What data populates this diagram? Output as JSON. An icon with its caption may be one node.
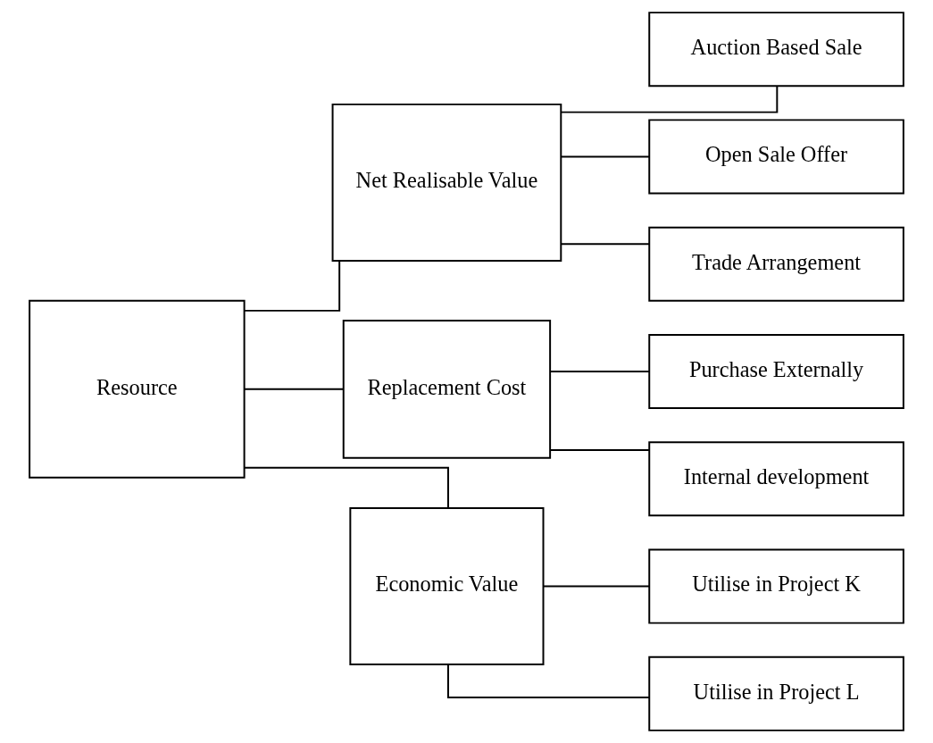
{
  "diagram": {
    "nodes": [
      {
        "text": [
          "Resource"
        ]
      },
      {
        "text": [
          "Net Realisable Value"
        ]
      },
      {
        "text": [
          "Replacement Cost"
        ]
      },
      {
        "text": [
          "Economic Value"
        ]
      },
      {
        "text": [
          "Auction Based Sale"
        ]
      },
      {
        "text": [
          "Open Sale Offer"
        ]
      },
      {
        "text": [
          "Trade Arrangement"
        ]
      },
      {
        "text": [
          "Purchase Externally"
        ]
      },
      {
        "text": [
          "Internal development"
        ]
      },
      {
        "text": [
          "Utilise in Project K"
        ]
      },
      {
        "text": [
          "Utilise in Project L"
        ]
      }
    ],
    "edges": [
      {
        "from": 0,
        "to": 1,
        "arrow": "none"
      },
      {
        "from": 0,
        "to": 2,
        "arrow": "none"
      },
      {
        "from": 0,
        "to": 3,
        "arrow": "none"
      },
      {
        "from": 1,
        "to": 4,
        "arrow": "none"
      },
      {
        "from": 1,
        "to": 5,
        "arrow": "none"
      },
      {
        "from": 1,
        "to": 6,
        "arrow": "none"
      },
      {
        "from": 2,
        "to": 7,
        "arrow": "none"
      },
      {
        "from": 2,
        "to": 8,
        "arrow": "none"
      },
      {
        "from": 3,
        "to": 9,
        "arrow": "none"
      },
      {
        "from": 3,
        "to": 10,
        "arrow": "none"
      }
    ]
  }
}
